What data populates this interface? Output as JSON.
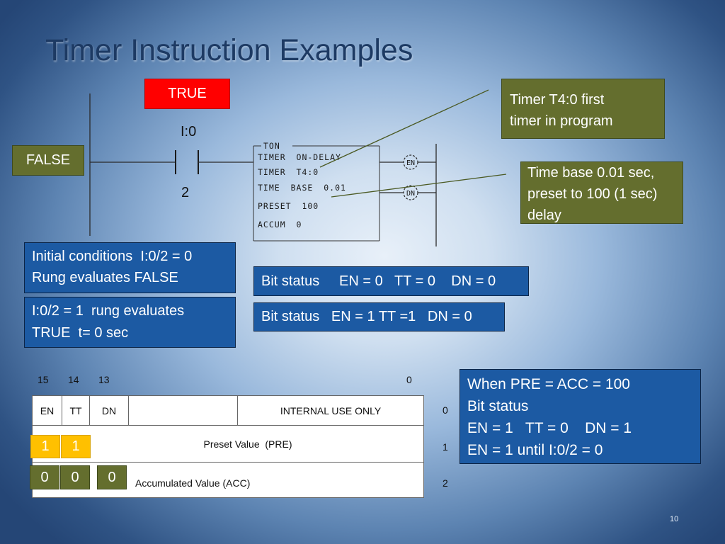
{
  "slide": {
    "title": "Timer Instruction Examples",
    "page_number": "10"
  },
  "colors": {
    "true_red": "#ff0000",
    "olive": "#646e2e",
    "status_blue": "#1c5aa3",
    "highlight_yellow": "#ffc000"
  },
  "labels": {
    "true_badge": "TRUE",
    "false_badge": "FALSE",
    "contact_address": "I:0",
    "contact_bit": "2"
  },
  "callouts": {
    "timer_note": [
      "Timer T4:0 first",
      "timer in program"
    ],
    "timebase_note": [
      "Time base 0.01 sec,",
      "preset to 100 (1 sec)",
      "delay"
    ]
  },
  "ton_block": {
    "header": "TON",
    "lines": [
      "TIMER ON-DELAY",
      "TIMER T4:0",
      "TIME BASE 0.01",
      "PRESET 100",
      "ACCUM 0"
    ],
    "outputs": [
      "EN",
      "DN"
    ]
  },
  "status_boxes": {
    "initial": [
      "Initial conditions  I:0/2 = 0",
      "Rung evaluates FALSE"
    ],
    "true_case": [
      "I:0/2 = 1  rung evaluates",
      "TRUE  t= 0 sec"
    ],
    "bit_status_1": "Bit status     EN = 0   TT = 0    DN = 0",
    "bit_status_2": "Bit status   EN = 1 TT =1   DN = 0",
    "done": [
      "When PRE = ACC = 100",
      "Bit status",
      "EN = 1   TT = 0    DN = 1",
      "EN = 1 until I:0/2 = 0"
    ]
  },
  "bit_table": {
    "bit_numbers": [
      "15",
      "14",
      "13",
      "0"
    ],
    "control_word": [
      "EN",
      "TT",
      "DN",
      "",
      "INTERNAL USE ONLY"
    ],
    "preset_label": "Preset Value  (PRE)",
    "accum_label": "Accumulated Value (ACC)",
    "word_numbers": [
      "0",
      "1",
      "2"
    ],
    "pre_bits": [
      "1",
      "1"
    ],
    "acc_bits": [
      "0",
      "0",
      "0"
    ]
  }
}
